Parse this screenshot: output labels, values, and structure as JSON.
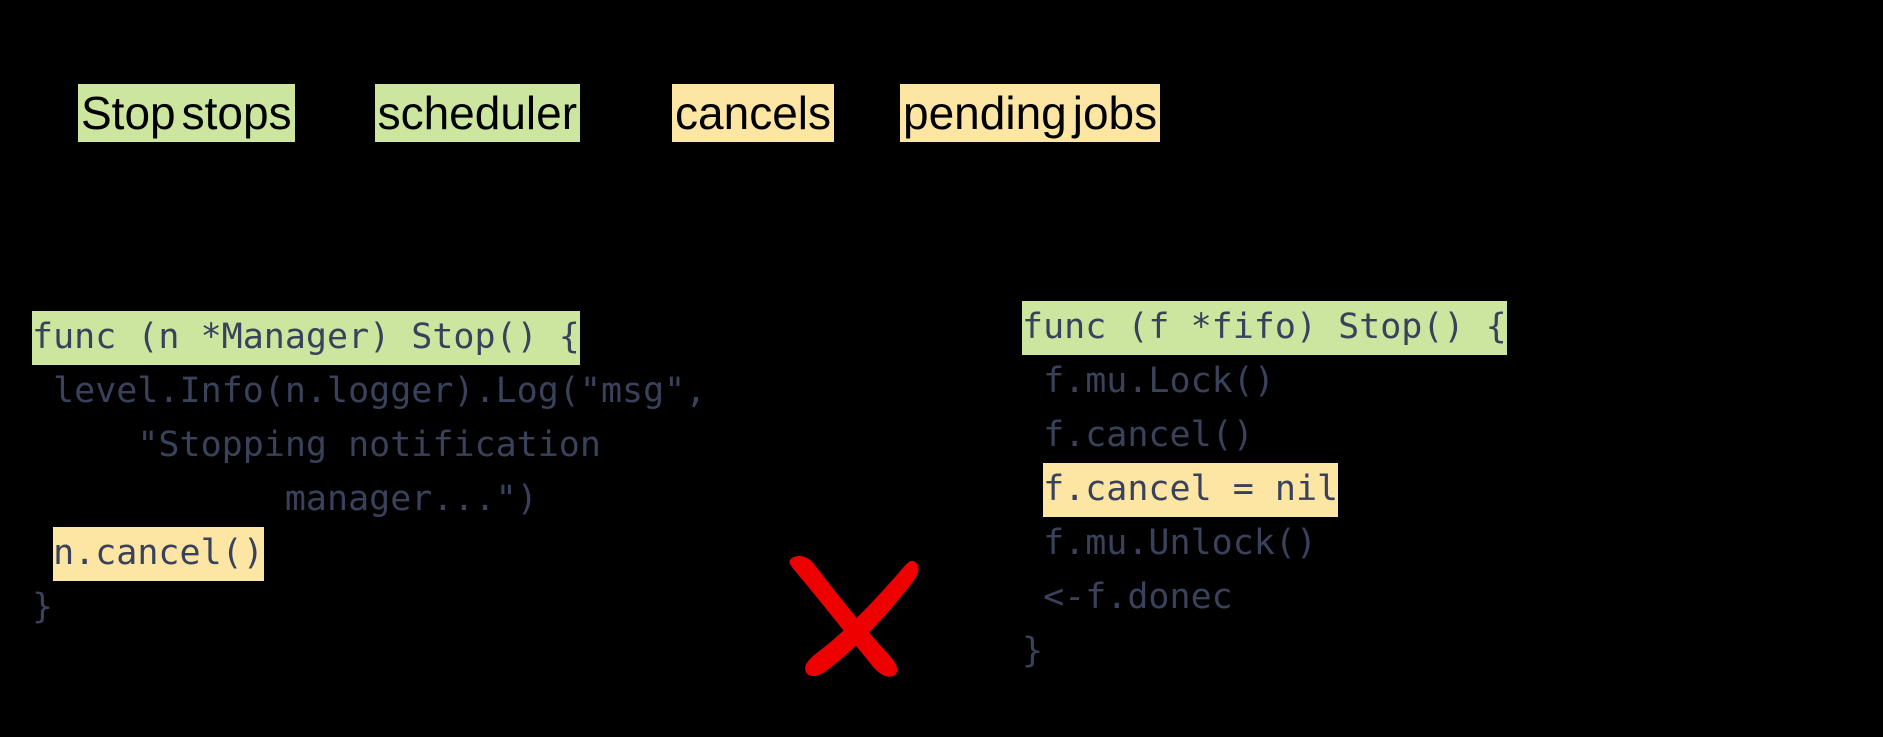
{
  "slide": {
    "background_color": "#000000",
    "highlight_green": "#cce6a0",
    "highlight_orange": "#fde5a4",
    "code_text_color": "#39425a",
    "annotation_color": "#ee0000"
  },
  "title": {
    "full_text": "Stop stops scheduler cancels pending jobs",
    "tokens": [
      {
        "text": "Stop",
        "highlight": "green",
        "gap_after": 0
      },
      {
        "text": "stops",
        "highlight": "green",
        "gap_after": 80
      },
      {
        "text": "scheduler",
        "highlight": "green",
        "gap_after": 92
      },
      {
        "text": "cancels",
        "highlight": "orange",
        "gap_after": 66
      },
      {
        "text": "pending",
        "highlight": "orange",
        "gap_after": 0
      },
      {
        "text": "jobs",
        "highlight": "orange",
        "gap_after": 0
      }
    ]
  },
  "code_left": {
    "language": "go",
    "lines": [
      {
        "segments": [
          {
            "text": "func (n *Manager) Stop() {",
            "highlight": "green"
          }
        ]
      },
      {
        "segments": [
          {
            "text": " level.Info(n.logger).Log(\"msg\",",
            "highlight": "none"
          }
        ]
      },
      {
        "segments": [
          {
            "text": "     \"Stopping notification",
            "highlight": "none"
          }
        ]
      },
      {
        "segments": [
          {
            "text": "            manager...\")",
            "highlight": "none"
          }
        ]
      },
      {
        "segments": [
          {
            "text": " ",
            "highlight": "none"
          },
          {
            "text": "n.cancel()",
            "highlight": "orange"
          }
        ]
      },
      {
        "segments": [
          {
            "text": "}",
            "highlight": "none"
          }
        ]
      }
    ]
  },
  "code_right": {
    "language": "go",
    "lines": [
      {
        "segments": [
          {
            "text": "func (f *fifo) Stop() {",
            "highlight": "green"
          }
        ]
      },
      {
        "segments": [
          {
            "text": " f.mu.Lock()",
            "highlight": "none"
          }
        ]
      },
      {
        "segments": [
          {
            "text": " f.cancel()",
            "highlight": "none"
          }
        ]
      },
      {
        "segments": [
          {
            "text": " ",
            "highlight": "none"
          },
          {
            "text": "f.cancel = nil",
            "highlight": "orange"
          }
        ]
      },
      {
        "segments": [
          {
            "text": " f.mu.Unlock()",
            "highlight": "none"
          }
        ]
      },
      {
        "segments": [
          {
            "text": " <-f.donec",
            "highlight": "none"
          }
        ]
      },
      {
        "segments": [
          {
            "text": "}",
            "highlight": "none"
          }
        ]
      }
    ]
  },
  "annotation": {
    "mark": "red-x-cross",
    "color": "#ee0000"
  }
}
